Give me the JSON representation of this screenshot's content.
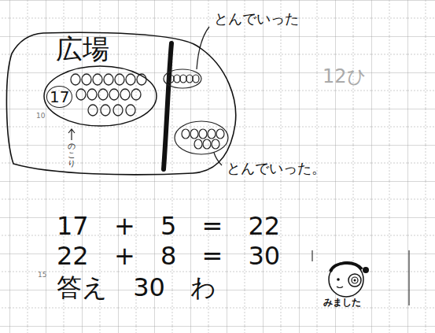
{
  "diagram": {
    "nodes": [
      {
        "text": [
          "広場"
        ]
      },
      {
        "text": [
          "17"
        ],
        "in": 0
      }
    ],
    "labels": [
      "とんでいった",
      "とんでいった。",
      "12ひ",
      "のこり",
      "10",
      "15",
      "17 + 5 = 22",
      "22 + 8 = 30",
      "答え 30 わ",
      "みました"
    ]
  }
}
